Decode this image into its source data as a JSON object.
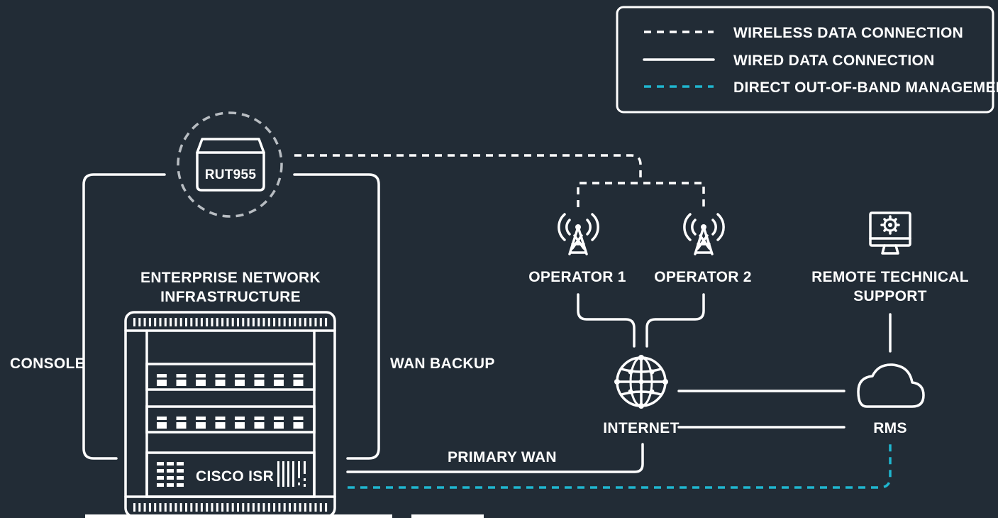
{
  "legend": {
    "wireless": "WIRELESS DATA CONNECTION",
    "wired": "WIRED DATA CONNECTION",
    "oob": "DIRECT OUT-OF-BAND MANAGEMENT"
  },
  "nodes": {
    "router": "RUT955",
    "infra_line1": "ENTERPRISE NETWORK",
    "infra_line2": "INFRASTRUCTURE",
    "cisco": "CISCO ISR",
    "operator1": "OPERATOR 1",
    "operator2": "OPERATOR 2",
    "support_line1": "REMOTE TECHNICAL",
    "support_line2": "SUPPORT",
    "internet": "INTERNET",
    "rms": "RMS"
  },
  "links": {
    "console": "CONSOLE",
    "wan_backup": "WAN BACKUP",
    "primary_wan": "PRIMARY WAN"
  },
  "colors": {
    "background": "#222c36",
    "line": "#ffffff",
    "oob_accent": "#1fb6cf"
  }
}
